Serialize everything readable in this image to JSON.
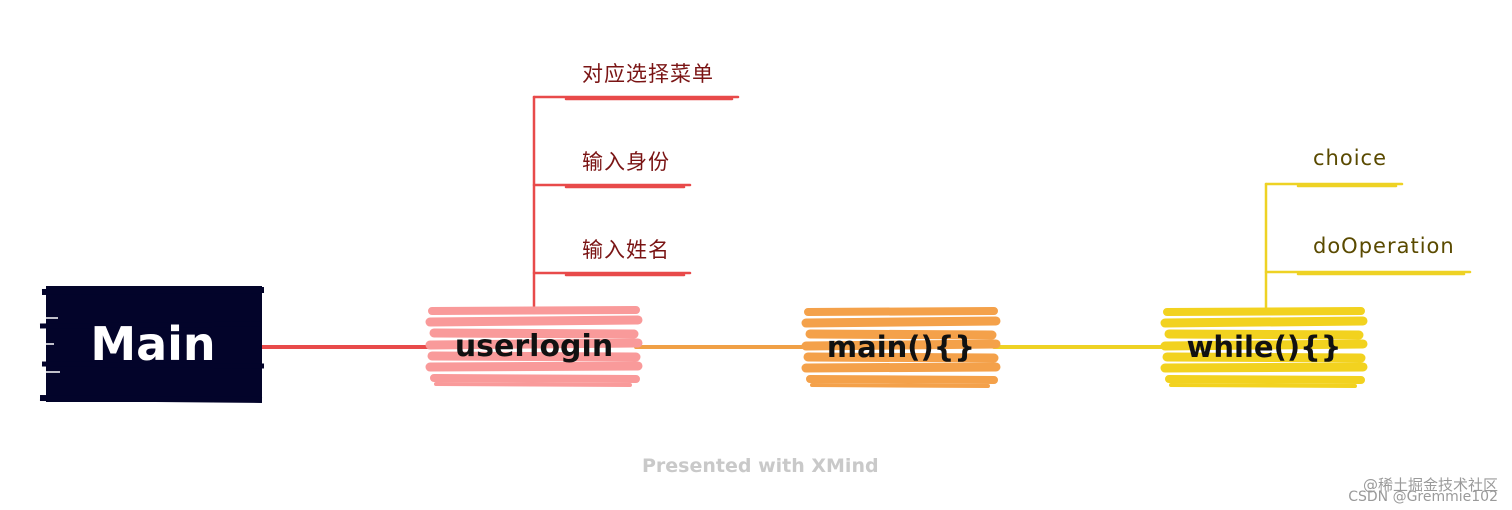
{
  "mindmap": {
    "root": {
      "label": "Main"
    },
    "nodes": [
      {
        "label": "userlogin",
        "color": "#f99a9a"
      },
      {
        "label": "main(){}",
        "color": "#f4a14a"
      },
      {
        "label": "while(){}",
        "color": "#f2d21f"
      }
    ],
    "userlogin_children": [
      "对应选择菜单",
      "输入身份",
      "输入姓名"
    ],
    "while_children": [
      "choice",
      "doOperation"
    ]
  },
  "colors": {
    "root_fill": "#03042a",
    "branch_red": "#e84a4a",
    "branch_orange": "#f0a046",
    "branch_yellow": "#eed224"
  },
  "footer": "Presented with XMind",
  "watermark": [
    "@稀土掘金技术社区",
    "CSDN @Gremmie102"
  ]
}
